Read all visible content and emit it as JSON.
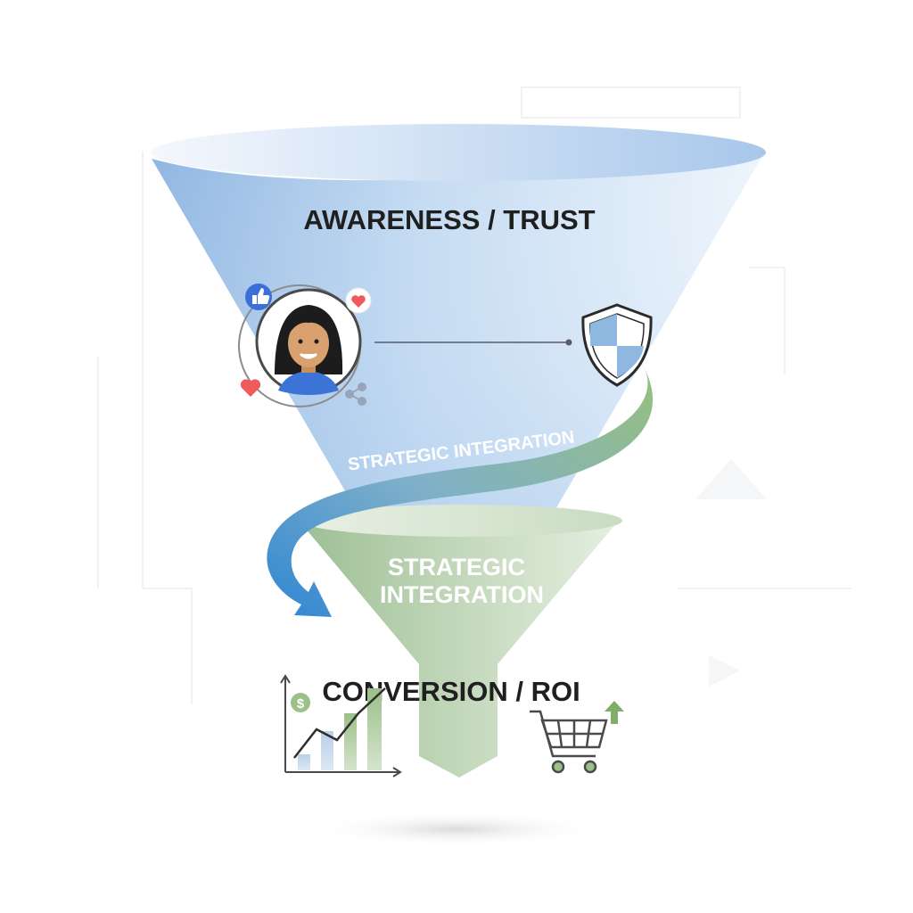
{
  "funnel": {
    "top_label": "AWARENESS / TRUST",
    "middle_label_line1": "STRATEGIC",
    "middle_label_line2": "INTEGRATION",
    "bottom_label": "CONVERSION / ROI"
  },
  "ribbon": {
    "label": "STRATEGIC INTEGRATION"
  },
  "icons": {
    "top_left": [
      "social-profile-icon",
      "thumbs-up-icon",
      "heart-icon",
      "share-icon"
    ],
    "top_right": [
      "shield-icon"
    ],
    "bottom_left": [
      "growth-chart-icon",
      "dollar-icon"
    ],
    "bottom_right": [
      "shopping-cart-icon",
      "up-arrow-icon"
    ]
  },
  "colors": {
    "funnel_top": "#9cc0e6",
    "funnel_bottom": "#a9c7a0",
    "ribbon_blue": "#3e8fd4",
    "ribbon_green": "#9fc07a",
    "like_blue": "#3b6fd8",
    "heart_red": "#ef5a5a",
    "text_dark": "#1f1f1f",
    "text_light": "#ffffff"
  }
}
